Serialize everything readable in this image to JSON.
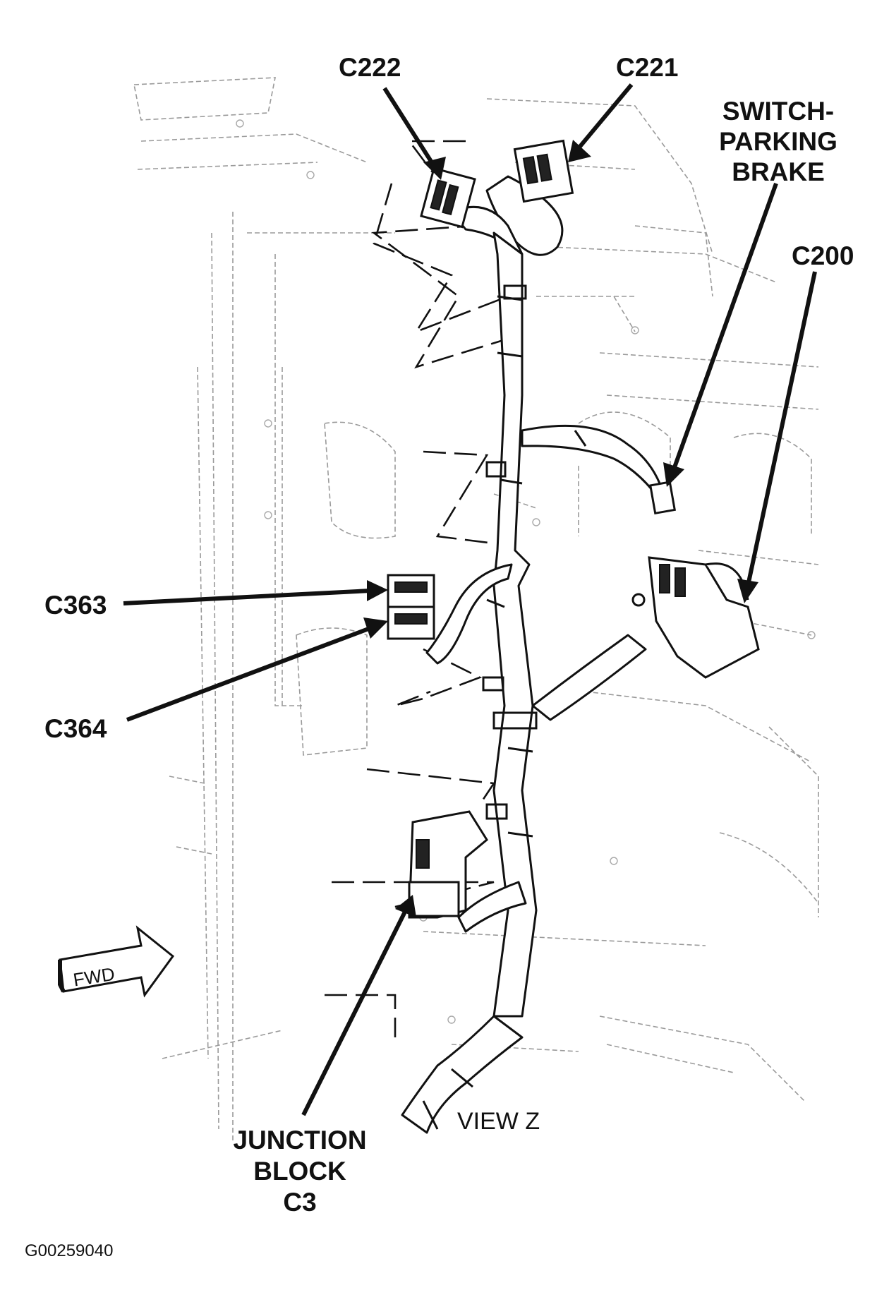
{
  "labels": {
    "c222": "C222",
    "c221": "C221",
    "switch_line1": "SWITCH-",
    "switch_line2": "PARKING",
    "switch_line3": "BRAKE",
    "c200": "C200",
    "c363": "C363",
    "c364": "C364",
    "junction_line1": "JUNCTION",
    "junction_line2": "BLOCK",
    "junction_line3": "C3",
    "view": "VIEW Z",
    "figure_id": "G00259040",
    "fwd": "FWD"
  },
  "colors": {
    "ink": "#111111",
    "background_lines": "#9a9a9a",
    "paper": "#ffffff"
  }
}
